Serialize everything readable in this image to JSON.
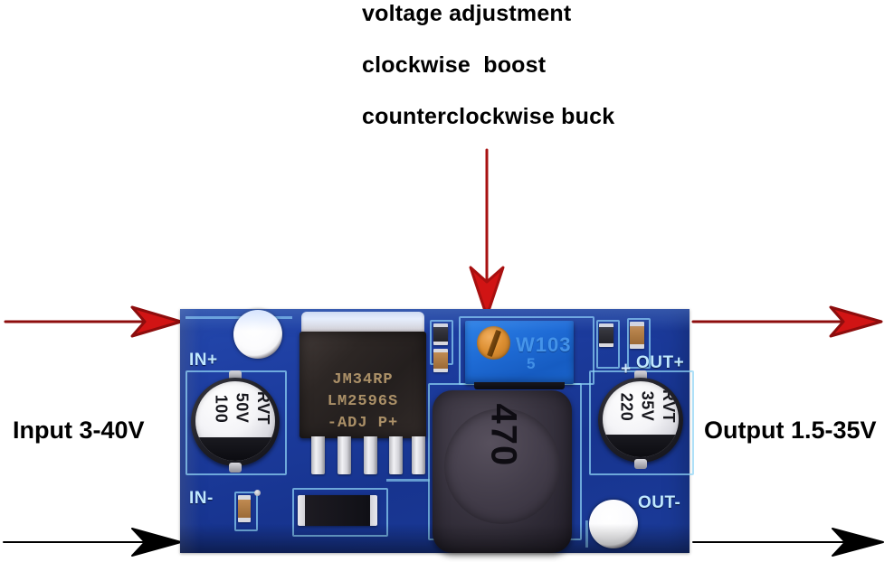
{
  "annotations": {
    "line1": "voltage adjustment",
    "line2": "clockwise  boost",
    "line3": "counterclockwise buck",
    "input_label": "Input 3-40V",
    "output_label": "Output 1.5-35V"
  },
  "arrows": {
    "input_power_red": "arrow-right-red",
    "input_ground_black": "arrow-right-black",
    "output_power_red": "arrow-right-red",
    "output_ground_black": "arrow-right-black",
    "pot_pointer_red": "arrow-down-red",
    "red_color": "#d11414",
    "red_outline_color": "#8f0f0f",
    "black_color": "#000000"
  },
  "board": {
    "pcb_color": "#1d3da0",
    "silkscreen_color": "#8fd4f5",
    "silk_labels": {
      "in_plus": "IN+",
      "in_minus": "IN-",
      "out_plus": "OUT+",
      "out_minus": "OUT-",
      "polarity_plus": "+"
    },
    "ic": {
      "line1": "JM34RP",
      "line2": "LM2596S",
      "line3": "-ADJ  P+",
      "marking_color": "#b79a6e"
    },
    "trimpot": {
      "marking": "W103",
      "marking2": "5",
      "body_color": "#1f6cd6",
      "screw_color": "#dd8f32"
    },
    "inductor": {
      "marking": "470",
      "body_color": "#3b3642"
    },
    "cap_input": {
      "line1": "100",
      "line2": "50V",
      "line3": "RVT"
    },
    "cap_output": {
      "line1": "220",
      "line2": "35V",
      "line3": "RVT"
    }
  }
}
